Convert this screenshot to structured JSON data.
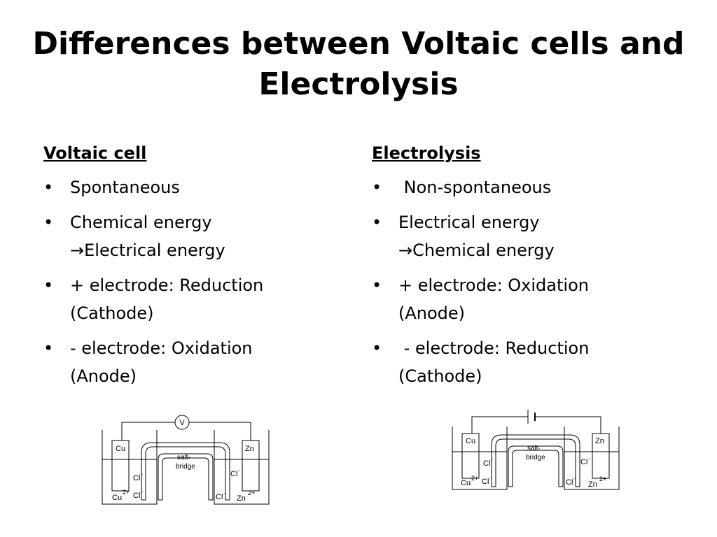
{
  "title": "Differences between Voltaic cells and Electrolysis",
  "voltaic": {
    "heading": "Voltaic cell",
    "items": [
      "Spontaneous",
      "Chemical energy",
      "→Electrical energy",
      "+ electrode:  Reduction",
      "(Cathode)",
      "- electrode: Oxidation",
      "(Anode)"
    ]
  },
  "electrolysis": {
    "heading": "Electrolysis",
    "items": [
      " Non-spontaneous",
      "Electrical energy",
      "→Chemical energy",
      "+ electrode: Oxidation",
      "(Anode)",
      " - electrode: Reduction",
      "(Cathode)"
    ]
  },
  "bullet": "•",
  "diagram_voltaic": {
    "meter": "V",
    "left_electrode": "Cu",
    "right_electrode": "Zn",
    "bridge_line1": "salt-",
    "bridge_line2": "bridge",
    "anion": "Cl",
    "anion_charge": "-",
    "left_cation": "Cu",
    "left_cation_charge": "2+",
    "right_cation": "Zn",
    "right_cation_charge": "2+"
  },
  "diagram_electrolysis": {
    "left_electrode": "Cu",
    "right_electrode": "Zn",
    "bridge_line1": "salt-",
    "bridge_line2": "bridge",
    "anion": "Cl",
    "anion_charge": "-",
    "left_cation": "Cu",
    "left_cation_charge": "2+",
    "right_cation": "Zn",
    "right_cation_charge": "2+"
  }
}
